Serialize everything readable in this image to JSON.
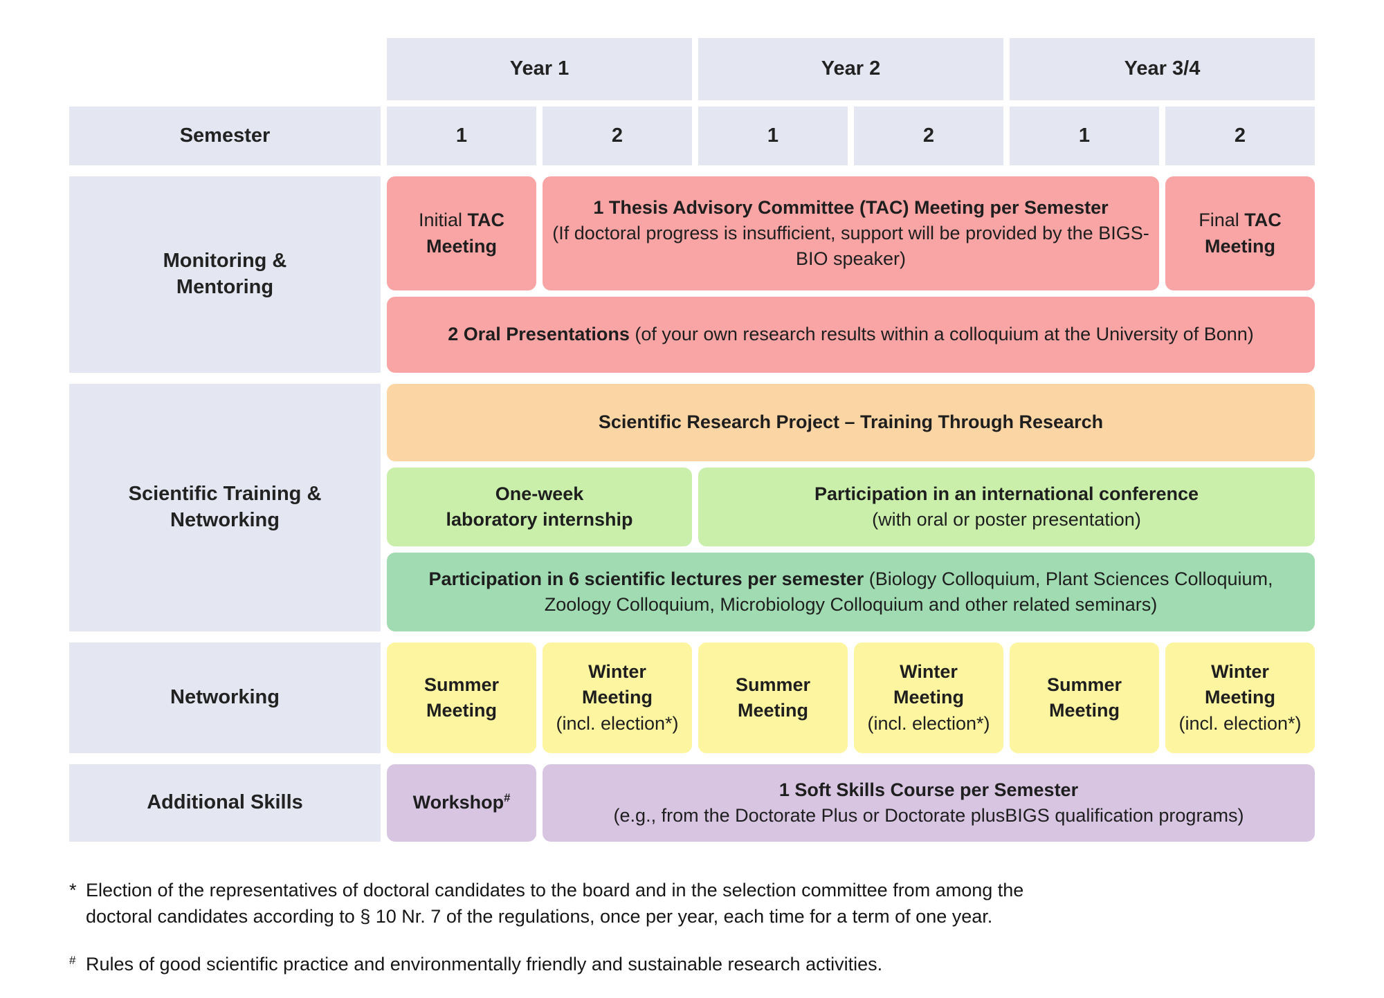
{
  "table": {
    "years": [
      "Year 1",
      "Year 2",
      "Year 3/4"
    ],
    "semester_label": "Semester",
    "semesters": [
      "1",
      "2",
      "1",
      "2",
      "1",
      "2"
    ],
    "monitoring": {
      "label": "Monitoring &\nMentoring",
      "initial": {
        "normal": "Initial ",
        "bold": "TAC Meeting"
      },
      "tac": {
        "bold": "1 Thesis Advisory Committee (TAC) Meeting per Semester",
        "normal": "(If doctoral progress is insufficient, support will be provided by the BIGS-BIO speaker)"
      },
      "final": {
        "normal": "Final ",
        "bold": "TAC Meeting"
      },
      "oral": {
        "bold": "2 Oral Presentations",
        "normal": " (of your own research results within a colloquium at the University of Bonn)"
      }
    },
    "scientific": {
      "label": "Scientific Training &\nNetworking",
      "project": "Scientific Research Project – Training Through Research",
      "internship": "One-week\nlaboratory internship",
      "conference": {
        "bold": "Participation in an international conference",
        "normal": "(with oral or poster presentation)"
      },
      "lectures": {
        "bold": "Participation in 6 scientific lectures per semester",
        "normal": " (Biology Colloquium, Plant Sciences Colloquium, Zoology Colloquium, Microbiology Colloquium and other related seminars)"
      }
    },
    "networking": {
      "label": "Networking",
      "meetings": [
        {
          "bold": "Summer Meeting",
          "normal": ""
        },
        {
          "bold": "Winter Meeting",
          "normal": "(incl. election*)"
        },
        {
          "bold": "Summer Meeting",
          "normal": ""
        },
        {
          "bold": "Winter Meeting",
          "normal": "(incl. election*)"
        },
        {
          "bold": "Summer Meeting",
          "normal": ""
        },
        {
          "bold": "Winter Meeting",
          "normal": "(incl. election*)"
        }
      ]
    },
    "additional": {
      "label": "Additional Skills",
      "workshop": {
        "bold": "Workshop",
        "sup": "#"
      },
      "soft": {
        "bold": "1 Soft Skills Course per Semester",
        "normal": "(e.g., from the Doctorate Plus or Doctorate plusBIGS qualification programs)"
      }
    }
  },
  "footnotes": {
    "election": {
      "marker": "*",
      "text": "Election of the representatives of doctoral candidates to the board and in the selection committee from among the doctoral candidates according to § 10 Nr. 7 of the regulations, once per year, each time for a term of one year."
    },
    "rules": {
      "marker": "#",
      "text": "Rules of good scientific practice and environmentally friendly and sustainable research activities."
    }
  },
  "colors": {
    "header_bg": "#e4e7f1",
    "pink": "#f9a5a5",
    "orange": "#fbd6a4",
    "light_green": "#c9efab",
    "green": "#a0dbb2",
    "yellow": "#fdf5a0",
    "purple": "#d7c5e2"
  }
}
